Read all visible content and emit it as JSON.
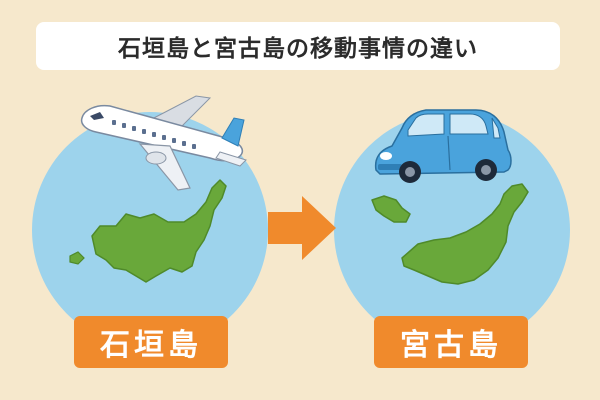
{
  "title": "石垣島と宮古島の移動事情の違い",
  "left_island": {
    "name": "石垣島",
    "transport_icon": "airplane-icon"
  },
  "right_island": {
    "name": "宮古島",
    "transport_icon": "car-icon"
  },
  "arrow_icon": "arrow-right-icon",
  "colors": {
    "background": "#f6e8cc",
    "circle": "#9dd3ec",
    "island": "#69a83a",
    "accent_orange": "#f08a2c",
    "car_body": "#4aa3dc"
  }
}
